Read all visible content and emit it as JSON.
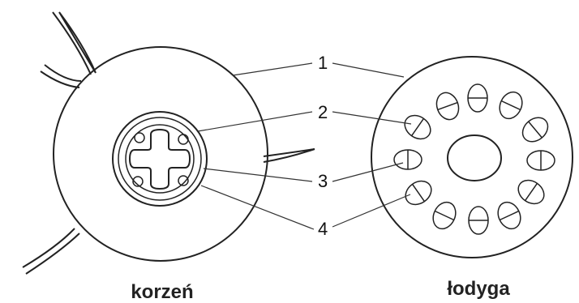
{
  "labels": {
    "one": "1",
    "two": "2",
    "three": "3",
    "four": "4"
  },
  "captions": {
    "root": "korzeń",
    "stem": "łodyga"
  }
}
